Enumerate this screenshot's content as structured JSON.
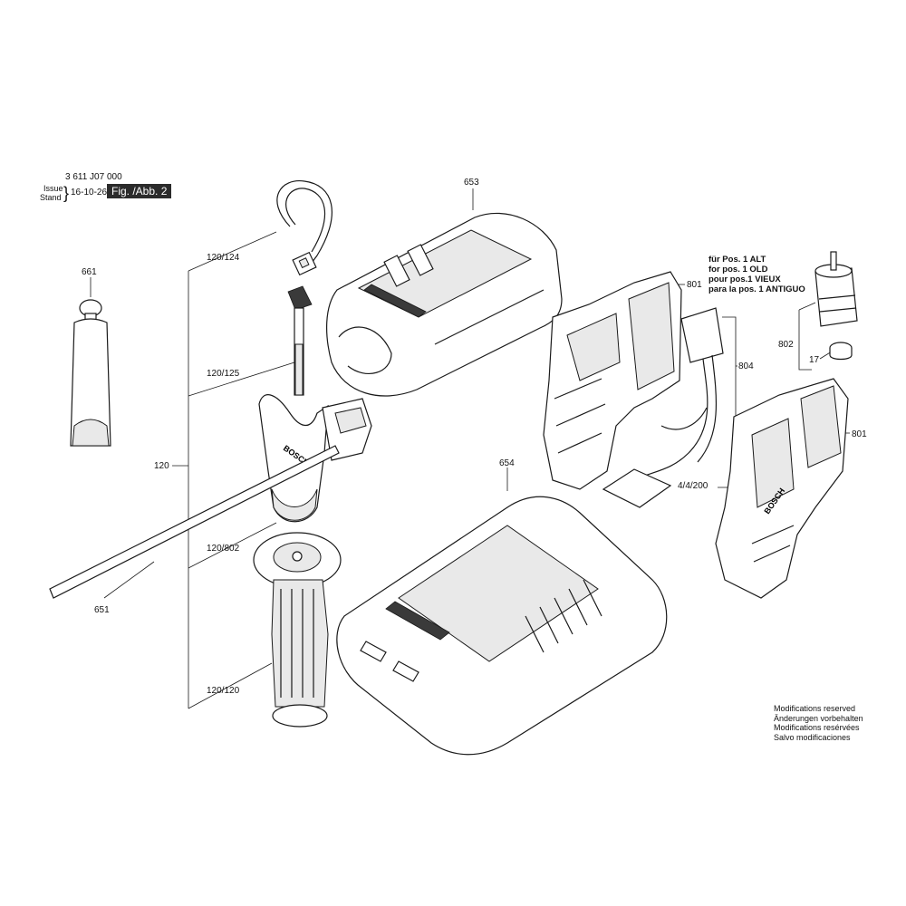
{
  "header": {
    "doc_number": "3 611 J07 000",
    "issue_label": "Issue",
    "stand_label": "Stand",
    "date": "16-10-26",
    "figure": "Fig. /Abb. 2"
  },
  "callouts": {
    "p653": "653",
    "p661": "661",
    "p120_124": "120/124",
    "p120_125": "120/125",
    "p120": "120",
    "p120_802": "120/802",
    "p120_120": "120/120",
    "p651": "651",
    "p654": "654",
    "p801a": "801",
    "p804": "804",
    "p4_4_200": "4/4/200",
    "p802": "802",
    "p17": "17",
    "p801b": "801"
  },
  "old_version_note": [
    "für Pos. 1 ALT",
    "for pos. 1 OLD",
    "pour pos.1 VIEUX",
    "para la pos. 1 ANTIGUO"
  ],
  "modifications_note": [
    "Modifications reserved",
    "Änderungen vorbehalten",
    "Modifications resérvées",
    "Salvo modificaciones"
  ],
  "brand_marks": [
    "BOSCH",
    "BOSCH"
  ]
}
